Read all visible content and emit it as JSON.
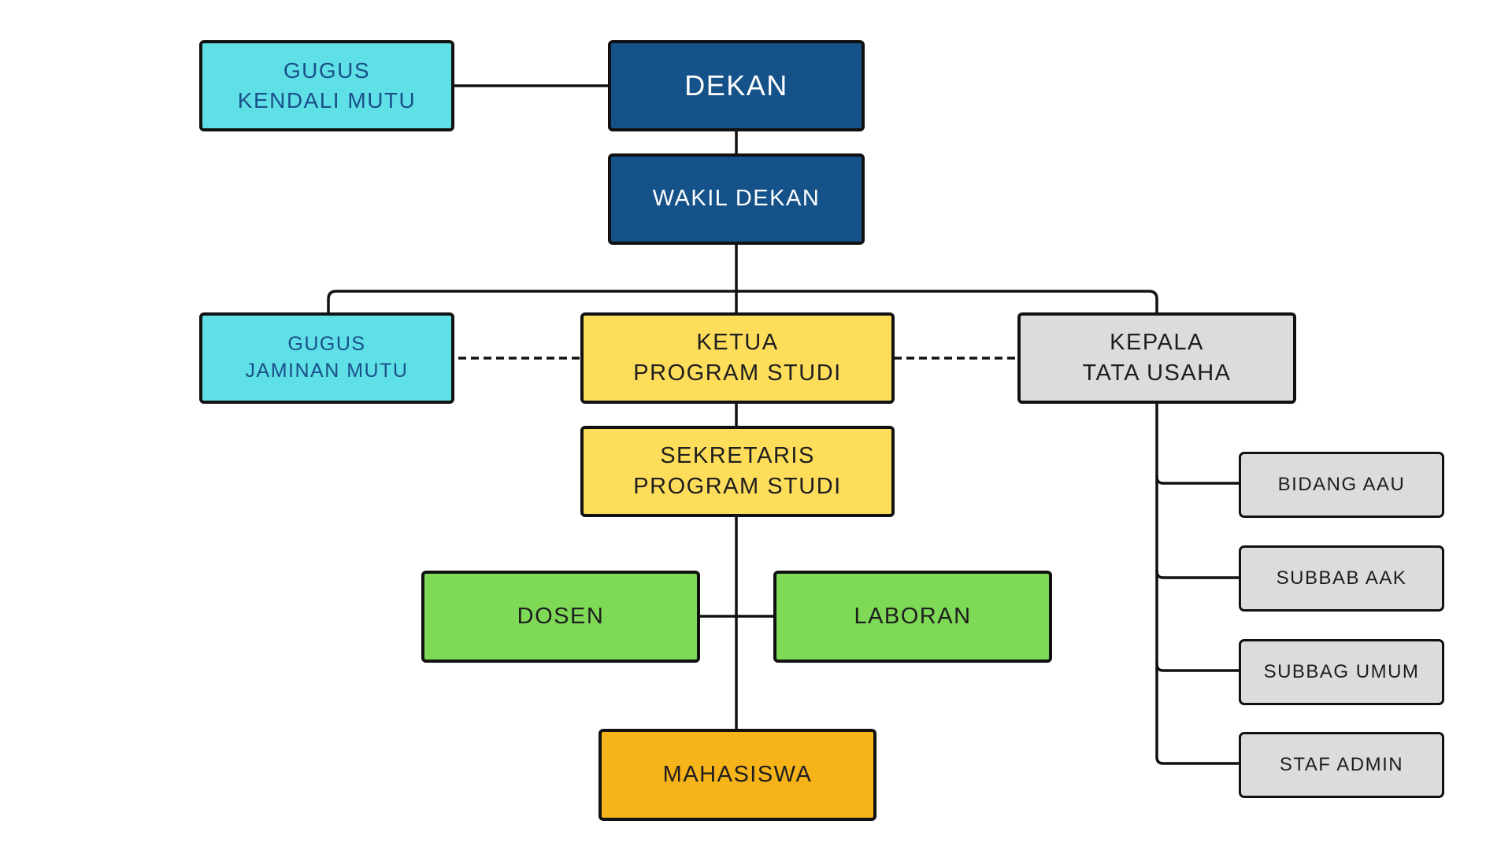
{
  "nodes": {
    "dekan": {
      "line1": "DEKAN"
    },
    "wakil_dekan": {
      "line1": "WAKIL DEKAN"
    },
    "gugus_kendali_mutu": {
      "line1": "GUGUS",
      "line2": "KENDALI MUTU"
    },
    "gugus_jaminan_mutu": {
      "line1": "GUGUS",
      "line2": "JAMINAN MUTU"
    },
    "ketua_program_studi": {
      "line1": "KETUA",
      "line2": "PROGRAM STUDI"
    },
    "kepala_tata_usaha": {
      "line1": "KEPALA",
      "line2": "TATA USAHA"
    },
    "sekretaris_program_studi": {
      "line1": "SEKRETARIS",
      "line2": "PROGRAM STUDI"
    },
    "dosen": {
      "line1": "DOSEN"
    },
    "laboran": {
      "line1": "LABORAN"
    },
    "mahasiswa": {
      "line1": "MAHASISWA"
    },
    "bidang_aau": {
      "line1": "BIDANG AAU"
    },
    "subbab_aak": {
      "line1": "SUBBAB AAK"
    },
    "subbag_umum": {
      "line1": "SUBBAG UMUM"
    },
    "staf_admin": {
      "line1": "STAF ADMIN"
    }
  },
  "colors": {
    "cyan": "#5ee0e6",
    "navy": "#15528a",
    "yellow": "#fedd5b",
    "grey": "#dcdcdc",
    "green": "#7ed957",
    "orange": "#f7b31a",
    "line": "#111111"
  }
}
